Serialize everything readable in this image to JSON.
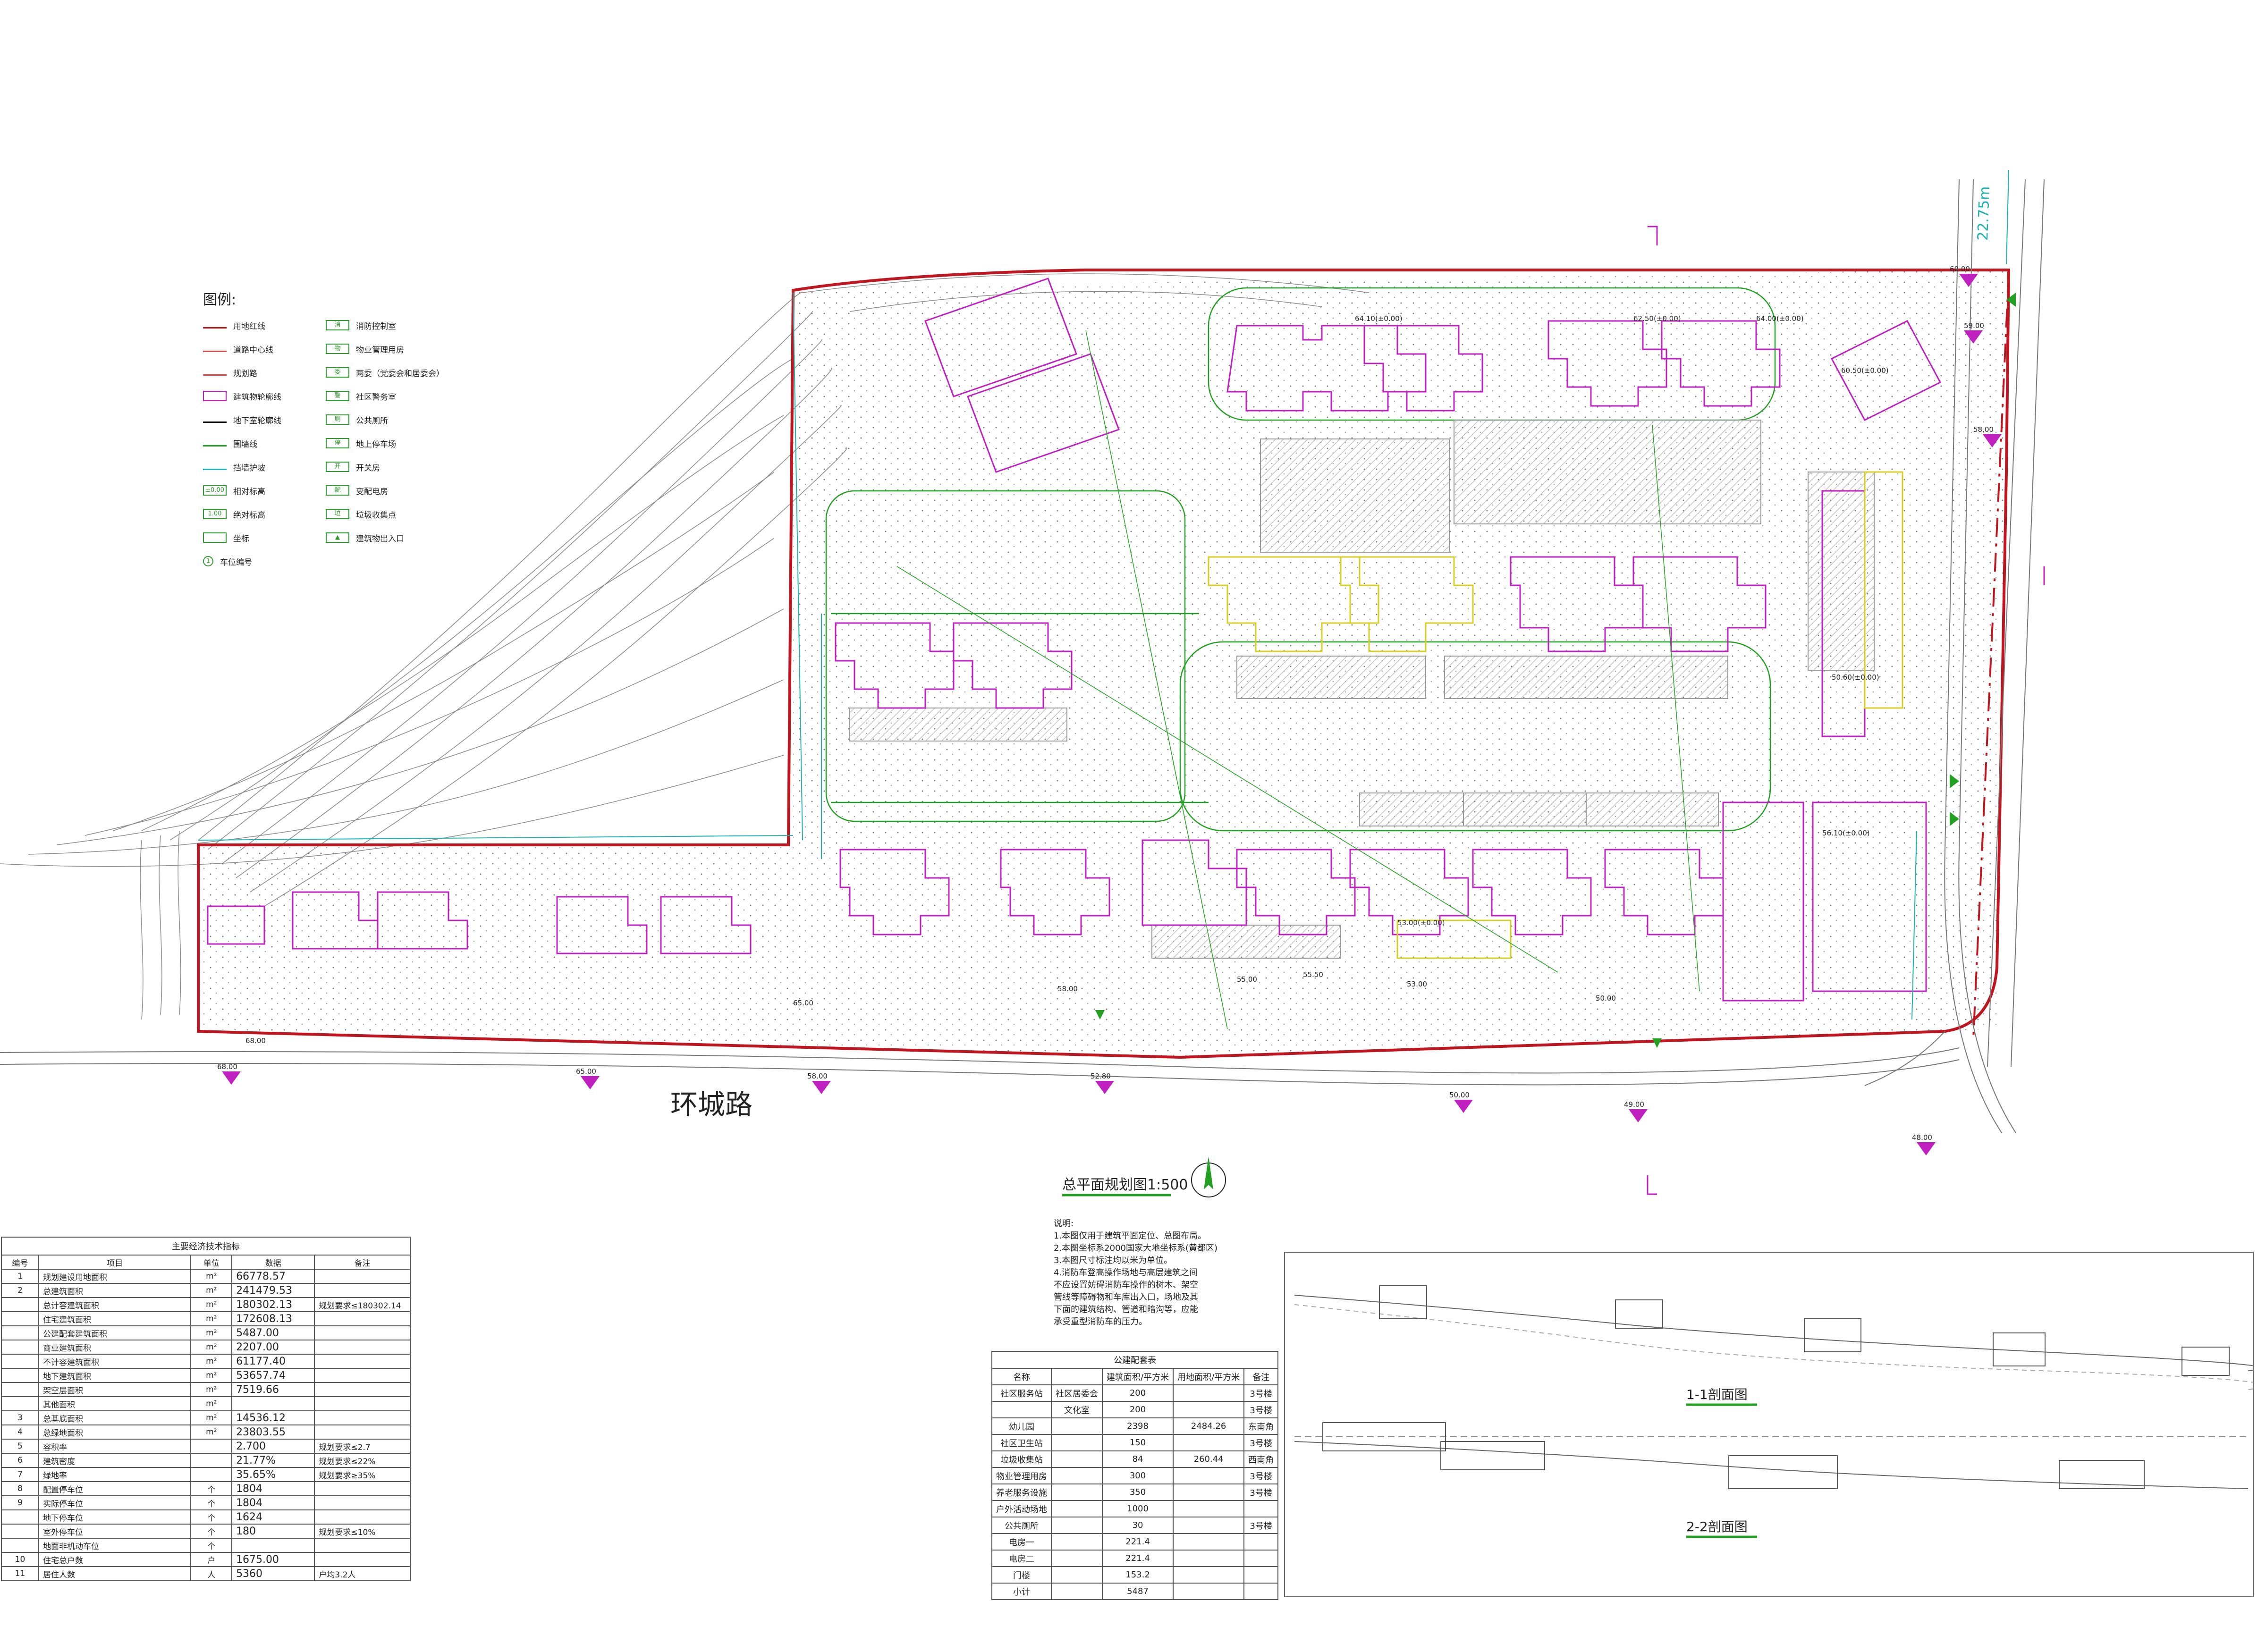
{
  "road_label": "环城路",
  "plan_title": "总平面规划图1:500",
  "legend": {
    "title": "图例:",
    "items": [
      {
        "label": "用地红线",
        "color": "#c0141e",
        "kind": "line"
      },
      {
        "label": "消防控制室",
        "color": "#2e9c2e",
        "kind": "tag",
        "tag": "消"
      },
      {
        "label": "道路中心线",
        "color": "#d24a4a",
        "kind": "line"
      },
      {
        "label": "物业管理用房",
        "color": "#2e9c2e",
        "kind": "tag",
        "tag": "物"
      },
      {
        "label": "规划路",
        "color": "#e04545",
        "kind": "line"
      },
      {
        "label": "两委（党委会和居委会）",
        "color": "#2e9c2e",
        "kind": "tag",
        "tag": "委"
      },
      {
        "label": "建筑物轮廓线",
        "color": "#c020c0",
        "kind": "box"
      },
      {
        "label": "社区警务室",
        "color": "#2e9c2e",
        "kind": "tag",
        "tag": "警"
      },
      {
        "label": "地下室轮廓线",
        "color": "#111111",
        "kind": "line"
      },
      {
        "label": "公共厕所",
        "color": "#2e9c2e",
        "kind": "tag",
        "tag": "厕"
      },
      {
        "label": "围墙线",
        "color": "#22a022",
        "kind": "line"
      },
      {
        "label": "地上停车场",
        "color": "#2e9c2e",
        "kind": "tag",
        "tag": "停"
      },
      {
        "label": "挡墙护坡",
        "color": "#22b3b3",
        "kind": "line"
      },
      {
        "label": "开关房",
        "color": "#2e9c2e",
        "kind": "tag",
        "tag": "开"
      },
      {
        "label": "相对标高",
        "color": "#2e9c2e",
        "kind": "text",
        "tag": "±0.00"
      },
      {
        "label": "变配电房",
        "color": "#2e9c2e",
        "kind": "tag",
        "tag": "配"
      },
      {
        "label": "绝对标高",
        "color": "#2e9c2e",
        "kind": "text",
        "tag": "1.00"
      },
      {
        "label": "垃圾收集点",
        "color": "#2e9c2e",
        "kind": "tag",
        "tag": "垃"
      },
      {
        "label": "坐标",
        "color": "#2e9c2e",
        "kind": "box"
      },
      {
        "label": "建筑物出入口",
        "color": "#2e9c2e",
        "kind": "tag",
        "tag": "▲"
      },
      {
        "label": "车位编号",
        "color": "#2e9c2e",
        "kind": "circle",
        "tag": "1"
      }
    ]
  },
  "key_table": {
    "caption": "主要经济技术指标",
    "headers": [
      "编号",
      "项目",
      "单位",
      "数据",
      "备注"
    ],
    "rows": [
      [
        "1",
        "规划建设用地面积",
        "m²",
        "66778.57",
        ""
      ],
      [
        "2",
        "总建筑面积",
        "m²",
        "241479.53",
        ""
      ],
      [
        "",
        "总计容建筑面积",
        "m²",
        "180302.13",
        "规划要求≤180302.14"
      ],
      [
        "",
        "住宅建筑面积",
        "m²",
        "172608.13",
        ""
      ],
      [
        "",
        "公建配套建筑面积",
        "m²",
        "5487.00",
        ""
      ],
      [
        "",
        "商业建筑面积",
        "m²",
        "2207.00",
        ""
      ],
      [
        "",
        "不计容建筑面积",
        "m²",
        "61177.40",
        ""
      ],
      [
        "",
        "地下建筑面积",
        "m²",
        "53657.74",
        ""
      ],
      [
        "",
        "架空层面积",
        "m²",
        "7519.66",
        ""
      ],
      [
        "",
        "其他面积",
        "m²",
        "",
        ""
      ],
      [
        "3",
        "总基底面积",
        "m²",
        "14536.12",
        ""
      ],
      [
        "4",
        "总绿地面积",
        "m²",
        "23803.55",
        ""
      ],
      [
        "5",
        "容积率",
        "",
        "2.700",
        "规划要求≤2.7"
      ],
      [
        "6",
        "建筑密度",
        "",
        "21.77%",
        "规划要求≤22%"
      ],
      [
        "7",
        "绿地率",
        "",
        "35.65%",
        "规划要求≥35%"
      ],
      [
        "8",
        "配置停车位",
        "个",
        "1804",
        ""
      ],
      [
        "9",
        "实际停车位",
        "个",
        "1804",
        ""
      ],
      [
        "",
        "地下停车位",
        "个",
        "1624",
        ""
      ],
      [
        "",
        "室外停车位",
        "个",
        "180",
        "规划要求≤10%"
      ],
      [
        "",
        "地面非机动车位",
        "个",
        "",
        ""
      ],
      [
        "10",
        "住宅总户数",
        "户",
        "1675.00",
        ""
      ],
      [
        "11",
        "居住人数",
        "人",
        "5360",
        "户均3.2人"
      ]
    ]
  },
  "notes": {
    "title": "说明:",
    "lines": [
      "1.本图仅用于建筑平面定位、总图布局。",
      "2.本图坐标系2000国家大地坐标系(黄都区)",
      "3.本图尺寸标注均以米为单位。",
      "4.消防车登高操作场地与高层建筑之间",
      "不应设置妨碍消防车操作的树木、架空",
      "管线等障碍物和车库出入口，场地及其",
      "下面的建筑结构、管道和暗沟等，应能",
      "承受重型消防车的压力。"
    ]
  },
  "public_table": {
    "caption": "公建配套表",
    "headers": [
      "名称",
      "",
      "建筑面积/平方米",
      "用地面积/平方米",
      "备注"
    ],
    "rows": [
      [
        "社区服务站",
        "社区居委会",
        "200",
        "",
        "3号楼"
      ],
      [
        "",
        "文化室",
        "200",
        "",
        "3号楼"
      ],
      [
        "幼儿园",
        "",
        "2398",
        "2484.26",
        "东南角"
      ],
      [
        "社区卫生站",
        "",
        "150",
        "",
        "3号楼"
      ],
      [
        "垃圾收集站",
        "",
        "84",
        "260.44",
        "西南角"
      ],
      [
        "物业管理用房",
        "",
        "300",
        "",
        "3号楼"
      ],
      [
        "养老服务设施",
        "",
        "350",
        "",
        "3号楼"
      ],
      [
        "户外活动场地",
        "",
        "1000",
        "",
        ""
      ],
      [
        "公共厕所",
        "",
        "30",
        "",
        "3号楼"
      ],
      [
        "电房一",
        "",
        "221.4",
        "",
        ""
      ],
      [
        "电房二",
        "",
        "221.4",
        "",
        ""
      ],
      [
        "门楼",
        "",
        "153.2",
        "",
        ""
      ],
      [
        "小计",
        "",
        "5487",
        "",
        ""
      ]
    ]
  },
  "sections": {
    "s1": "1-1剖面图",
    "s2": "2-2剖面图"
  },
  "plan_labels": {
    "road_width": "22.75m",
    "elevs": [
      "68.00",
      "65.00",
      "58.00",
      "52.80",
      "50.00",
      "49.00",
      "48.00",
      "68.00",
      "65.00",
      "58.00",
      "55.00",
      "53.00",
      "50.00",
      "60.00",
      "59.00",
      "58.00",
      "55.50",
      "64.10(±0.00)",
      "62.50(±0.00)",
      "64.00(±0.00)",
      "60.50(±0.00)",
      "50.60(±0.00)",
      "56.10(±0.00)",
      "53.00(±0.00)"
    ]
  },
  "colors": {
    "redline": "#c0141e",
    "magenta": "#c020c0",
    "green": "#22a022",
    "cyan": "#1fb0b0",
    "yellow": "#d8d020",
    "hatch": "#bbbbbb"
  }
}
